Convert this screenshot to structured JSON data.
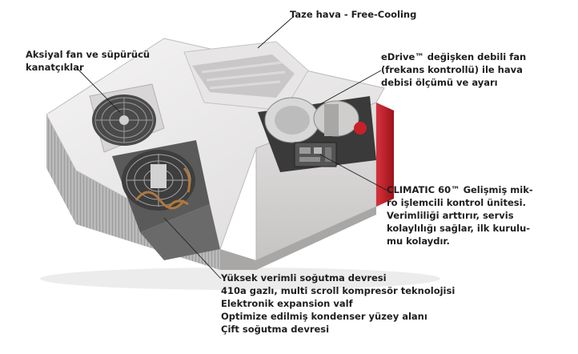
{
  "labels": {
    "free_cooling": "Taze hava - Free-Cooling",
    "axial_fan": [
      "Aksiyal fan ve süpürücü",
      "kanatçıklar"
    ],
    "edrive": [
      "eDrive™ değişken debili fan",
      "(frekans kontrollü) ile hava",
      "debisi ölçümü ve ayarı"
    ],
    "climatic": [
      "CLIMATIC 60™ Gelişmiş mik-",
      "ro işlemcili kontrol ünitesi.",
      "Verimliliği arttırır, servis",
      "kolaylılığı sağlar, ilk kurulu-",
      "mu kolaydır."
    ],
    "cooling_circuit": [
      "Yüksek verimli soğutma devresi",
      "410a gazlı, multi scroll kompresör teknolojisi",
      "Elektronik expansion valf",
      "Optimize edilmiş kondenser yüzey alanı",
      "Çift soğutma devresi"
    ]
  },
  "colors": {
    "text": "#1e1e1e",
    "unit_body": "#eceaea",
    "unit_shadow": "#c9c7c6",
    "accent_red": "#c8202a",
    "coil_grey": "#9a9a9a"
  },
  "icons": [
    "axial-fan-icon",
    "exhaust-fan-icon",
    "blower-fan-icon"
  ]
}
